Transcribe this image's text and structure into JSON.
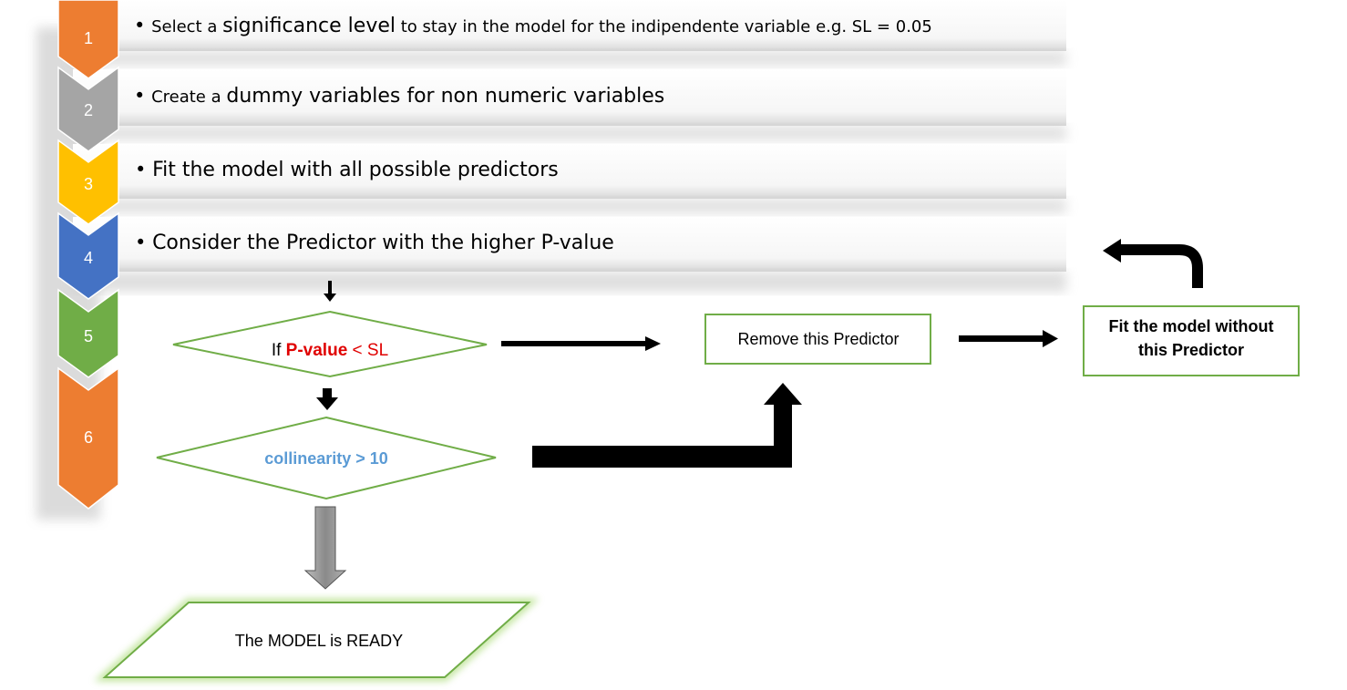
{
  "steps": [
    {
      "number": "1",
      "color": "orange",
      "parts": [
        {
          "t": "Select a ",
          "s": "small"
        },
        {
          "t": "significance  level",
          "s": "big"
        },
        {
          "t": " to stay in the model for the indipendente variable e.g. SL  = 0.05",
          "s": "small"
        }
      ]
    },
    {
      "number": "2",
      "color": "gray",
      "parts": [
        {
          "t": "Create a ",
          "s": "small"
        },
        {
          "t": "dummy variables  for non numeric variables",
          "s": "big"
        }
      ]
    },
    {
      "number": "3",
      "color": "yellow",
      "parts": [
        {
          "t": "Fit the model with all possible predictors",
          "s": "big"
        }
      ]
    },
    {
      "number": "4",
      "color": "blue",
      "parts": [
        {
          "t": "Consider the Predictor with the higher P-value",
          "s": "big"
        }
      ]
    },
    {
      "number": "5",
      "color": "green"
    },
    {
      "number": "6",
      "color": "orange"
    }
  ],
  "decision_pvalue": {
    "prefix": "If ",
    "bold": "P-value",
    "suffix": " < SL"
  },
  "decision_collinearity": "collinearity > 10",
  "remove_box": "Remove  this Predictor",
  "fit_box": {
    "line1": "Fit the model without",
    "line2": "this Predictor"
  },
  "ready_box": "The MODEL is READY",
  "colors": {
    "orange": "#ed7d31",
    "gray": "#a5a5a5",
    "yellow": "#ffc000",
    "blue": "#4472c4",
    "green": "#70ad47",
    "shape_border": "#70ad47",
    "pvalue_red": "#e00000",
    "collinearity_blue": "#5b9bd5"
  }
}
